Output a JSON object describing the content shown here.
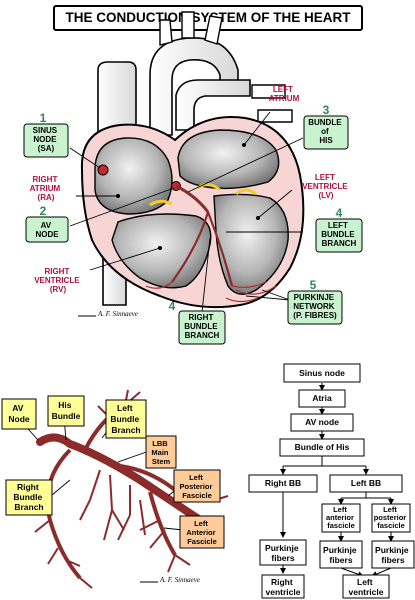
{
  "title": "THE CONDUCTION SYSTEM OF THE HEART",
  "colors": {
    "green_box": "#c9f2cf",
    "yellow_box": "#ffff99",
    "orange_box": "#ffcc99",
    "red_label": "#b0103a",
    "number_green": "#2e8b57",
    "bundle": "#8b2b2b"
  },
  "heart": {
    "left_atrium": [
      "LEFT",
      "ATRIUM"
    ],
    "right_atrium": [
      "RIGHT",
      "ATRIUM",
      "(RA)"
    ],
    "left_ventricle": [
      "LEFT",
      "VENTRICLE",
      "(LV)"
    ],
    "right_ventricle": [
      "RIGHT",
      "VENTRICLE",
      "(RV)"
    ],
    "signature": "A. F. Sinnaeve",
    "callouts": [
      {
        "num": "1",
        "lines": [
          "SINUS",
          "NODE",
          "(SA)"
        ]
      },
      {
        "num": "2",
        "lines": [
          "AV",
          "NODE"
        ]
      },
      {
        "num": "3",
        "lines": [
          "BUNDLE",
          "of",
          "HIS"
        ]
      },
      {
        "num": "4",
        "lines": [
          "LEFT",
          "BUNDLE",
          "BRANCH"
        ]
      },
      {
        "num": "4",
        "lines": [
          "RIGHT",
          "BUNDLE",
          "BRANCH"
        ]
      },
      {
        "num": "5",
        "lines": [
          "PURKINJE",
          "NETWORK",
          "(P. FIBRES)"
        ]
      }
    ]
  },
  "bundle_diagram": {
    "av_node": [
      "AV",
      "Node"
    ],
    "his_bundle": [
      "His",
      "Bundle"
    ],
    "left_bundle_branch": [
      "Left",
      "Bundle",
      "Branch"
    ],
    "lbb_main_stem": [
      "LBB",
      "Main",
      "Stem"
    ],
    "left_posterior_fascicle": [
      "Left",
      "Posterior",
      "Fascicle"
    ],
    "left_anterior_fascicle": [
      "Left",
      "Anterior",
      "Fascicle"
    ],
    "right_bundle_branch": [
      "Right",
      "Bundle",
      "Branch"
    ],
    "signature": "A. F. Sinnaeve"
  },
  "flowchart": {
    "sinus_node": "Sinus node",
    "atria": "Atria",
    "av_node": "AV node",
    "bundle_of_his": "Bundle of His",
    "right_bb": "Right BB",
    "left_bb": "Left BB",
    "left_anterior_fascicle": [
      "Left",
      "anterior",
      "fascicle"
    ],
    "left_posterior_fascicle": [
      "Left",
      "posterior",
      "fascicle"
    ],
    "purkinje_right": [
      "Purkinje",
      "fibers"
    ],
    "purkinje_mid": [
      "Purkinje",
      "fibers"
    ],
    "purkinje_left": [
      "Purkinje",
      "fibers"
    ],
    "right_ventricle": [
      "Right",
      "ventricle"
    ],
    "left_ventricle": [
      "Left",
      "ventricle"
    ]
  }
}
